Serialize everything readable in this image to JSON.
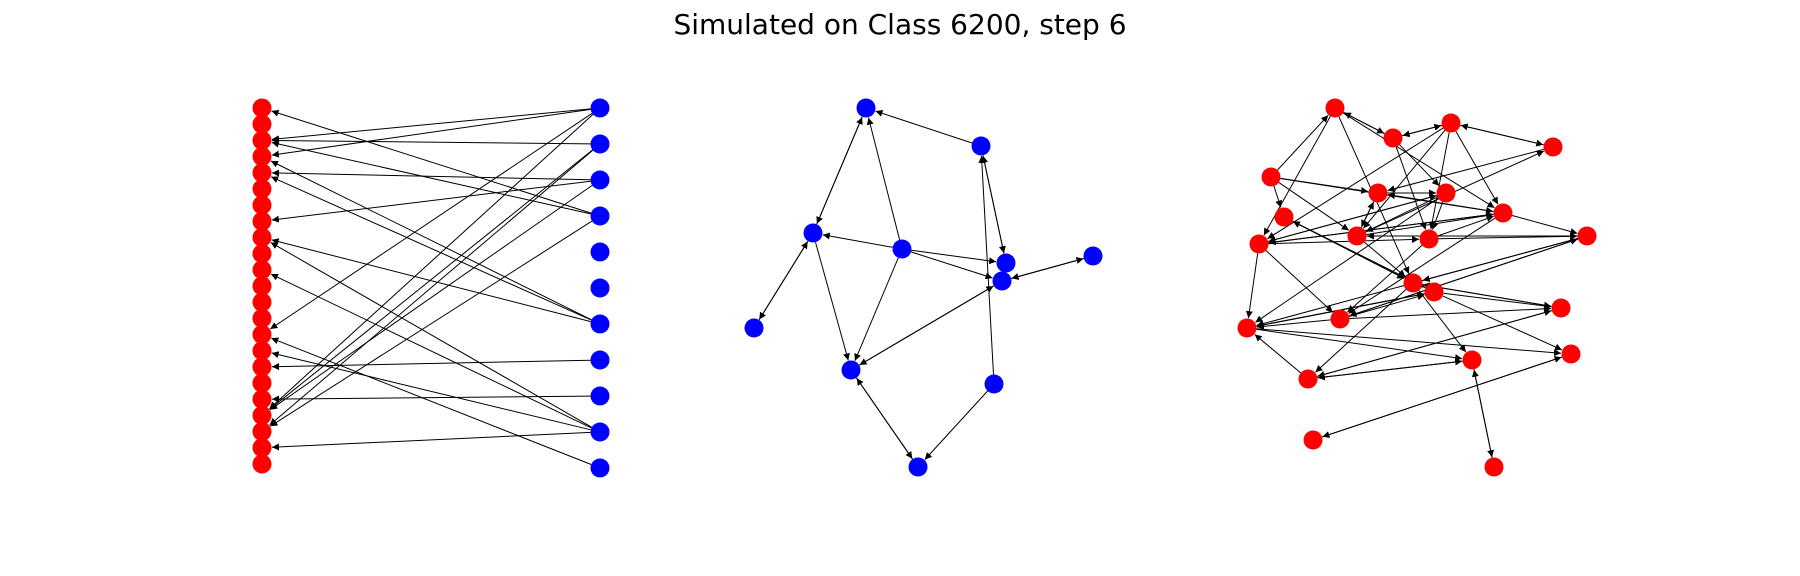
{
  "title": "Simulated on Class 6200, step 6",
  "colors": {
    "red": "#ff0000",
    "blue": "#0000ff",
    "edge": "#000000"
  },
  "panels": [
    {
      "name": "bipartite-panel",
      "nodes": [
        {
          "id": "L0",
          "color": "red"
        },
        {
          "id": "L1",
          "color": "red"
        },
        {
          "id": "L2",
          "color": "red"
        },
        {
          "id": "L3",
          "color": "red"
        },
        {
          "id": "L4",
          "color": "red"
        },
        {
          "id": "L5",
          "color": "red"
        },
        {
          "id": "L6",
          "color": "red"
        },
        {
          "id": "L7",
          "color": "red"
        },
        {
          "id": "L8",
          "color": "red"
        },
        {
          "id": "L9",
          "color": "red"
        },
        {
          "id": "L10",
          "color": "red"
        },
        {
          "id": "L11",
          "color": "red"
        },
        {
          "id": "L12",
          "color": "red"
        },
        {
          "id": "L13",
          "color": "red"
        },
        {
          "id": "L14",
          "color": "red"
        },
        {
          "id": "L15",
          "color": "red"
        },
        {
          "id": "L16",
          "color": "red"
        },
        {
          "id": "L17",
          "color": "red"
        },
        {
          "id": "L18",
          "color": "red"
        },
        {
          "id": "L19",
          "color": "red"
        },
        {
          "id": "L20",
          "color": "red"
        },
        {
          "id": "L21",
          "color": "red"
        },
        {
          "id": "L22",
          "color": "red"
        },
        {
          "id": "R0",
          "color": "blue"
        },
        {
          "id": "R1",
          "color": "blue"
        },
        {
          "id": "R2",
          "color": "blue"
        },
        {
          "id": "R3",
          "color": "blue"
        },
        {
          "id": "R4",
          "color": "blue"
        },
        {
          "id": "R5",
          "color": "blue"
        },
        {
          "id": "R6",
          "color": "blue"
        },
        {
          "id": "R7",
          "color": "blue"
        },
        {
          "id": "R8",
          "color": "blue"
        },
        {
          "id": "R9",
          "color": "blue"
        },
        {
          "id": "R10",
          "color": "blue"
        }
      ],
      "edges": [
        [
          "R3",
          "L0"
        ],
        [
          "R0",
          "L2"
        ],
        [
          "R1",
          "L2"
        ],
        [
          "R3",
          "L2"
        ],
        [
          "R0",
          "L3"
        ],
        [
          "R6",
          "L3"
        ],
        [
          "R2",
          "L4"
        ],
        [
          "R6",
          "L4"
        ],
        [
          "R2",
          "L7"
        ],
        [
          "R6",
          "L8"
        ],
        [
          "R9",
          "L8"
        ],
        [
          "R9",
          "L10"
        ],
        [
          "R0",
          "L14"
        ],
        [
          "R10",
          "L14"
        ],
        [
          "R7",
          "L16"
        ],
        [
          "R9",
          "L15"
        ],
        [
          "R8",
          "L18"
        ],
        [
          "R0",
          "L19"
        ],
        [
          "R1",
          "L19"
        ],
        [
          "R2",
          "L19"
        ],
        [
          "R3",
          "L20"
        ],
        [
          "R9",
          "L21"
        ],
        [
          "R1",
          "L20"
        ]
      ]
    },
    {
      "name": "blue-graph-panel",
      "nodes": [
        {
          "id": "B0",
          "color": "blue"
        },
        {
          "id": "B1",
          "color": "blue"
        },
        {
          "id": "B2",
          "color": "blue"
        },
        {
          "id": "B3",
          "color": "blue"
        },
        {
          "id": "B4",
          "color": "blue"
        },
        {
          "id": "B5",
          "color": "blue"
        },
        {
          "id": "B6",
          "color": "blue"
        },
        {
          "id": "B7",
          "color": "blue"
        },
        {
          "id": "B8",
          "color": "blue"
        },
        {
          "id": "B9",
          "color": "blue"
        },
        {
          "id": "B10",
          "color": "blue"
        }
      ],
      "edges": [
        [
          "B1",
          "B0"
        ],
        [
          "B0",
          "B2"
        ],
        [
          "B2",
          "B0"
        ],
        [
          "B3",
          "B2"
        ],
        [
          "B3",
          "B0"
        ],
        [
          "B1",
          "B4"
        ],
        [
          "B4",
          "B1"
        ],
        [
          "B9",
          "B1"
        ],
        [
          "B3",
          "B4"
        ],
        [
          "B5",
          "B6"
        ],
        [
          "B6",
          "B5"
        ],
        [
          "B3",
          "B6"
        ],
        [
          "B7",
          "B6"
        ],
        [
          "B6",
          "B7"
        ],
        [
          "B2",
          "B8"
        ],
        [
          "B8",
          "B2"
        ],
        [
          "B7",
          "B10"
        ],
        [
          "B10",
          "B7"
        ],
        [
          "B2",
          "B7"
        ],
        [
          "B9",
          "B10"
        ],
        [
          "B3",
          "B7"
        ]
      ]
    },
    {
      "name": "red-graph-panel",
      "nodes": [
        {
          "id": "N0",
          "color": "red"
        },
        {
          "id": "N1",
          "color": "red"
        },
        {
          "id": "N2",
          "color": "red"
        },
        {
          "id": "N3",
          "color": "red"
        },
        {
          "id": "N4",
          "color": "red"
        },
        {
          "id": "N5",
          "color": "red"
        },
        {
          "id": "N6",
          "color": "red"
        },
        {
          "id": "N7",
          "color": "red"
        },
        {
          "id": "N8",
          "color": "red"
        },
        {
          "id": "N9",
          "color": "red"
        },
        {
          "id": "N10",
          "color": "red"
        },
        {
          "id": "N11",
          "color": "red"
        },
        {
          "id": "N12",
          "color": "red"
        },
        {
          "id": "N13",
          "color": "red"
        },
        {
          "id": "N14",
          "color": "red"
        },
        {
          "id": "N15",
          "color": "red"
        },
        {
          "id": "N16",
          "color": "red"
        },
        {
          "id": "N17",
          "color": "red"
        },
        {
          "id": "N18",
          "color": "red"
        },
        {
          "id": "N19",
          "color": "red"
        },
        {
          "id": "N20",
          "color": "red"
        },
        {
          "id": "N21",
          "color": "red"
        },
        {
          "id": "N22",
          "color": "red"
        }
      ],
      "edges": [
        [
          "N0",
          "N1"
        ],
        [
          "N1",
          "N0"
        ],
        [
          "N0",
          "N11"
        ],
        [
          "N0",
          "N13"
        ],
        [
          "N0",
          "N8"
        ],
        [
          "N3",
          "N0"
        ],
        [
          "N1",
          "N2"
        ],
        [
          "N2",
          "N1"
        ],
        [
          "N1",
          "N10"
        ],
        [
          "N1",
          "N7"
        ],
        [
          "N2",
          "N4"
        ],
        [
          "N4",
          "N2"
        ],
        [
          "N2",
          "N9"
        ],
        [
          "N2",
          "N11"
        ],
        [
          "N2",
          "N10"
        ],
        [
          "N2",
          "N8"
        ],
        [
          "N3",
          "N6"
        ],
        [
          "N3",
          "N5"
        ],
        [
          "N3",
          "N9"
        ],
        [
          "N3",
          "N11"
        ],
        [
          "N5",
          "N14"
        ],
        [
          "N14",
          "N5"
        ],
        [
          "N14",
          "N18"
        ],
        [
          "N6",
          "N9"
        ],
        [
          "N9",
          "N6"
        ],
        [
          "N6",
          "N7"
        ],
        [
          "N7",
          "N8"
        ],
        [
          "N8",
          "N7"
        ],
        [
          "N7",
          "N10"
        ],
        [
          "N7",
          "N9"
        ],
        [
          "N8",
          "N11"
        ],
        [
          "N11",
          "N8"
        ],
        [
          "N8",
          "N15"
        ],
        [
          "N8",
          "N16"
        ],
        [
          "N8",
          "N10"
        ],
        [
          "N9",
          "N4"
        ],
        [
          "N9",
          "N12"
        ],
        [
          "N12",
          "N9"
        ],
        [
          "N9",
          "N11"
        ],
        [
          "N10",
          "N12"
        ],
        [
          "N10",
          "N15"
        ],
        [
          "N10",
          "N11"
        ],
        [
          "N11",
          "N12"
        ],
        [
          "N11",
          "N15"
        ],
        [
          "N11",
          "N6"
        ],
        [
          "N12",
          "N15"
        ],
        [
          "N15",
          "N12"
        ],
        [
          "N12",
          "N13"
        ],
        [
          "N13",
          "N17"
        ],
        [
          "N17",
          "N13"
        ],
        [
          "N13",
          "N19"
        ],
        [
          "N14",
          "N16"
        ],
        [
          "N16",
          "N14"
        ],
        [
          "N14",
          "N17"
        ],
        [
          "N15",
          "N16"
        ],
        [
          "N15",
          "N14"
        ],
        [
          "N16",
          "N19"
        ],
        [
          "N16",
          "N18"
        ],
        [
          "N15",
          "N17"
        ],
        [
          "N17",
          "N20"
        ],
        [
          "N20",
          "N17"
        ],
        [
          "N18",
          "N21"
        ],
        [
          "N21",
          "N18"
        ],
        [
          "N19",
          "N20"
        ],
        [
          "N20",
          "N19"
        ],
        [
          "N19",
          "N22"
        ],
        [
          "N22",
          "N19"
        ],
        [
          "N20",
          "N16"
        ],
        [
          "N4",
          "N6"
        ],
        [
          "N5",
          "N13"
        ],
        [
          "N7",
          "N16"
        ],
        [
          "N13",
          "N20"
        ],
        [
          "N9",
          "N13"
        ],
        [
          "N12",
          "N16"
        ]
      ]
    }
  ]
}
